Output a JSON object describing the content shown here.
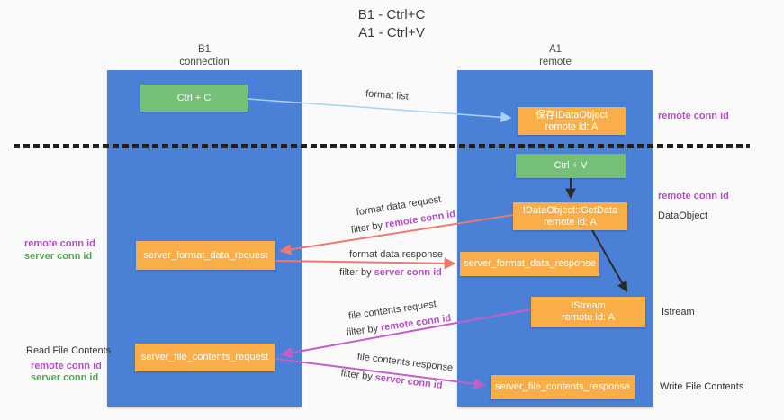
{
  "title": {
    "line1": "B1 - Ctrl+C",
    "line2": "A1 - Ctrl+V"
  },
  "lanes": {
    "left": {
      "header_line1": "B1",
      "header_line2": "connection"
    },
    "right": {
      "header_line1": "A1",
      "header_line2": "remote"
    }
  },
  "boxes": {
    "ctrl_c": {
      "label": "Ctrl + C"
    },
    "save_dataobject": {
      "line1": "保存IDataObject",
      "line2": "remote id: A"
    },
    "ctrl_v": {
      "label": "Ctrl + V"
    },
    "getdata": {
      "line1": "IDataObject::GetData",
      "line2": "remote id: A"
    },
    "server_format_data_request": {
      "label": "server_format_data_request"
    },
    "server_format_data_response": {
      "label": "server_format_data_response"
    },
    "istream": {
      "line1": "IStream",
      "line2": "remote id: A"
    },
    "server_file_contents_request": {
      "label": "server_file_contents_request"
    },
    "server_file_contents_response": {
      "label": "server_file_contents_response"
    }
  },
  "arrow_labels": {
    "format_list": {
      "text": "format list"
    },
    "format_data_request": {
      "text": "format data request",
      "filter_prefix": "filter by ",
      "filter_value": "remote conn id"
    },
    "format_data_response": {
      "text": "format data response",
      "filter_prefix": "filter by ",
      "filter_value": "server conn id"
    },
    "file_contents_request": {
      "text": "file contents request",
      "filter_prefix": "filter by ",
      "filter_value": "remote conn id"
    },
    "file_contents_response": {
      "text": "file contents response",
      "filter_prefix": "filter by ",
      "filter_value": "server conn id"
    }
  },
  "side_labels": {
    "right_remote_conn_id_top": "remote conn id",
    "right_remote_conn_id_mid": "remote conn id",
    "data_object": "DataObject",
    "istream": "Istream",
    "write_file_contents": "Write File Contents",
    "left_top": {
      "remote": "remote conn id",
      "server": "server conn id"
    },
    "left_bottom": {
      "title": "Read File Contents",
      "remote": "remote conn id",
      "server": "server conn id"
    }
  },
  "colors": {
    "lane_blue": "#4a80d5",
    "box_orange": "#f9ae49",
    "box_green": "#75bf78",
    "purple_text": "#b050bf",
    "green_text": "#56a556",
    "arrow_salmon": "#ee7872",
    "arrow_magenta": "#c45fc8",
    "arrow_lightblue": "#a9d2f0",
    "arrow_black": "#2b2b2b"
  }
}
